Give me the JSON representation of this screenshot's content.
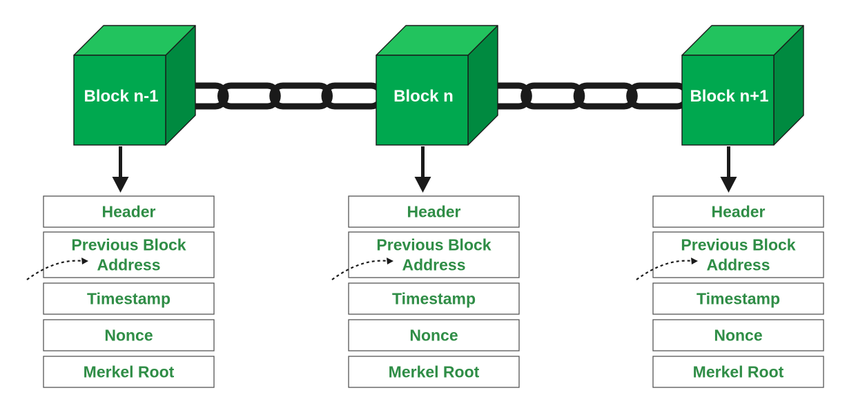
{
  "colors": {
    "block_front": "#00a84f",
    "block_top": "#22c35e",
    "block_side": "#008a40",
    "block_outline": "#1a1a1a",
    "field_text": "#2f8d46",
    "chain": "#1a1a1a"
  },
  "blocks": [
    {
      "label": "Block n-1",
      "fields": [
        "Header",
        "Previous Block\nAddress",
        "Timestamp",
        "Nonce",
        "Merkel Root"
      ]
    },
    {
      "label": "Block n",
      "fields": [
        "Header",
        "Previous Block\nAddress",
        "Timestamp",
        "Nonce",
        "Merkel Root"
      ]
    },
    {
      "label": "Block n+1",
      "fields": [
        "Header",
        "Previous Block\nAddress",
        "Timestamp",
        "Nonce",
        "Merkel Root"
      ]
    }
  ]
}
